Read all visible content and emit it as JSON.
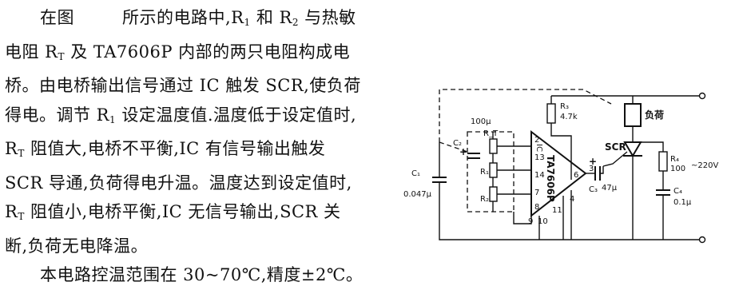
{
  "paragraph": {
    "l1a": "在图",
    "l1b": "所示的电路中,R",
    "l1c": "1",
    "l1d": "和 R",
    "l1e": "2",
    "l1f": "与热敏",
    "l2a": "电阻 R",
    "l2b": "T",
    "l2c": "及 TA7606P 内部的两只电阻构成电",
    "l3": "桥。由电桥输出信号通过 IC 触发 SCR,使负荷",
    "l4a": "得电。调节 R",
    "l4b": "1",
    "l4c": "设定温度值.温度低于设定值时,",
    "l5a": "R",
    "l5b": "T",
    "l5c": "阻值大,电桥不平衡,IC 有信号输出触发",
    "l6": "SCR 导通,负荷得电升温。温度达到设定值时,",
    "l7a": "R",
    "l7b": "T",
    "l7c": "阻值小,电桥平衡,IC 无信号输出,SCR 关",
    "l8": "断,负荷无电降温。",
    "l9": "本电路控温范围在 30~70℃,精度±2℃。"
  },
  "circuit": {
    "r3": "R₃",
    "r3_val": "4.7k",
    "load": "负荷",
    "scr": "SCR",
    "r4": "R₄",
    "r4_val": "100",
    "ac": "~220V",
    "c4": "C₄",
    "c4_val": "0.1μ",
    "c1": "C₁",
    "c1_val": "0.047μ",
    "c2": "C₂",
    "c2_val": "100μ",
    "c3": "C₃",
    "c3_val": "47μ",
    "ic": "TA7606P",
    "ic_tag": "IC",
    "rt": "R_T",
    "r1": "R₁",
    "r2": "R₂",
    "pins": [
      "2",
      "13",
      "14",
      "7",
      "8",
      "9",
      "10",
      "11",
      "4",
      "3",
      "6"
    ]
  }
}
